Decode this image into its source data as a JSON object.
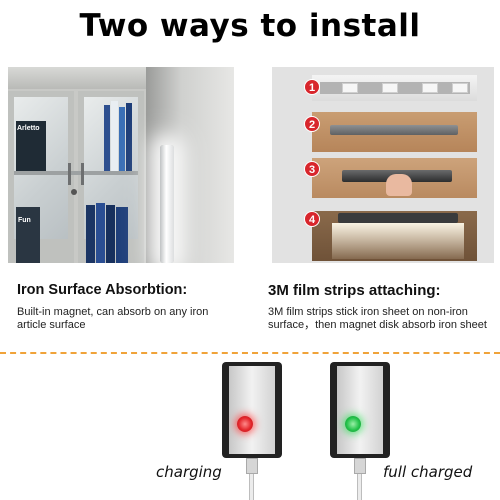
{
  "title": "Two ways to install",
  "left_method": {
    "heading": "Iron Surface Absorbtion:",
    "description": "Built-in magnet, can absorb on any iron article surface",
    "book_labels": [
      "Arletto",
      "Fun"
    ]
  },
  "right_method": {
    "heading": "3M film strips attaching:",
    "description": "3M film strips stick iron sheet on non-iron surface，then magnet disk absorb iron sheet",
    "steps": [
      "1",
      "2",
      "3",
      "4"
    ]
  },
  "charging": {
    "left_label": "charging",
    "right_label": "full charged",
    "left_indicator_color": "#e3262b",
    "right_indicator_color": "#24c24a",
    "divider_color": "#f0a33a"
  }
}
